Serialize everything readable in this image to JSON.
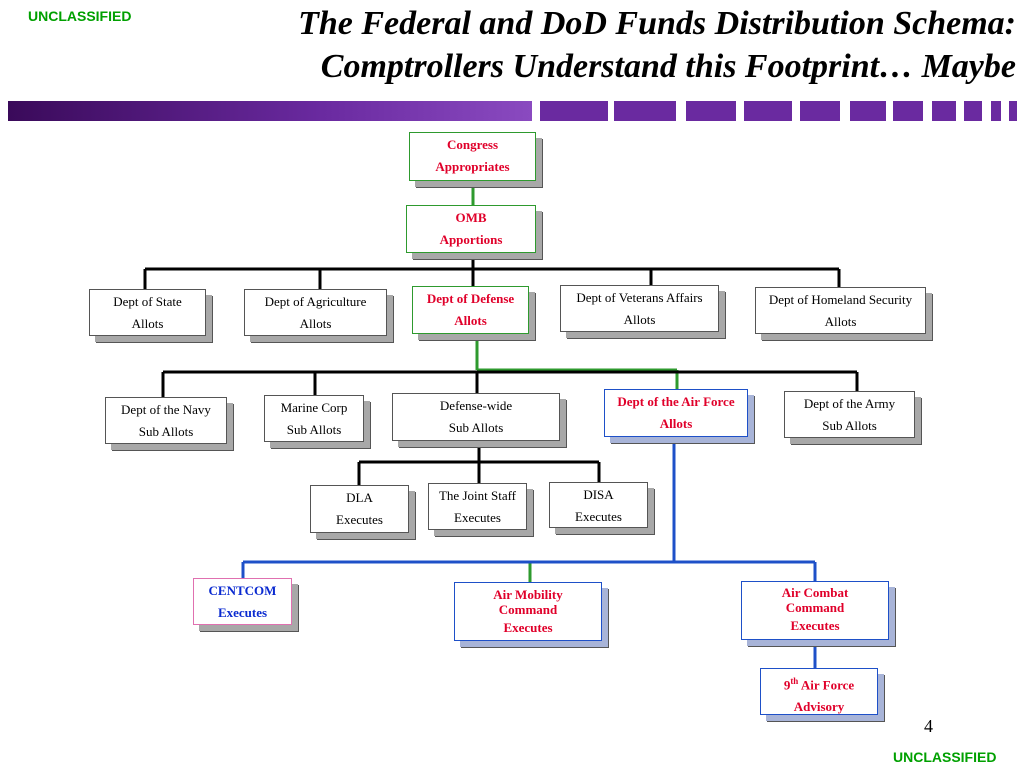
{
  "classification": {
    "top": "UNCLASSIFIED",
    "bottom": "UNCLASSIFIED"
  },
  "title": {
    "line1": "The Federal and DoD Funds Distribution Schema:",
    "line2": "Comptrollers Understand this Footprint… Maybe"
  },
  "page_number": "4",
  "colors": {
    "green": "#2e9a2e",
    "blue": "#1e50c8",
    "red": "#e0002a",
    "stripe_purple": "#5a1a8a"
  },
  "nodes": {
    "congress": {
      "line1": "Congress",
      "line2": "Appropriates"
    },
    "omb": {
      "line1": "OMB",
      "line2": "Apportions"
    },
    "state": {
      "line1": "Dept of State",
      "line2": "Allots"
    },
    "agriculture": {
      "line1": "Dept of Agriculture",
      "line2": "Allots"
    },
    "defense": {
      "line1": "Dept of Defense",
      "line2": "Allots"
    },
    "veterans": {
      "line1": "Dept of Veterans Affairs",
      "line2": "Allots"
    },
    "homeland": {
      "line1": "Dept of Homeland Security",
      "line2": "Allots"
    },
    "navy": {
      "line1": "Dept of the Navy",
      "line2": "Sub Allots"
    },
    "marine": {
      "line1": "Marine Corp",
      "line2": "Sub Allots"
    },
    "defense_wide": {
      "line1": "Defense-wide",
      "line2": "Sub Allots"
    },
    "air_force": {
      "line1": "Dept of the Air Force",
      "line2": "Allots"
    },
    "army": {
      "line1": "Dept of the Army",
      "line2": "Sub Allots"
    },
    "dla": {
      "line1": "DLA",
      "line2": "Executes"
    },
    "joint_staff": {
      "line1": "The Joint Staff",
      "line2": "Executes"
    },
    "disa": {
      "line1": "DISA",
      "line2": "Executes"
    },
    "centcom": {
      "line1": "CENTCOM",
      "line2": "Executes"
    },
    "amc": {
      "line1": "Air Mobility",
      "line2": "Command",
      "line3": "Executes"
    },
    "acc": {
      "line1": "Air Combat",
      "line2": "Command",
      "line3": "Executes"
    },
    "ninth_af": {
      "num": "9",
      "sup": "th",
      "rest": " Air Force",
      "line2": "Advisory"
    }
  }
}
